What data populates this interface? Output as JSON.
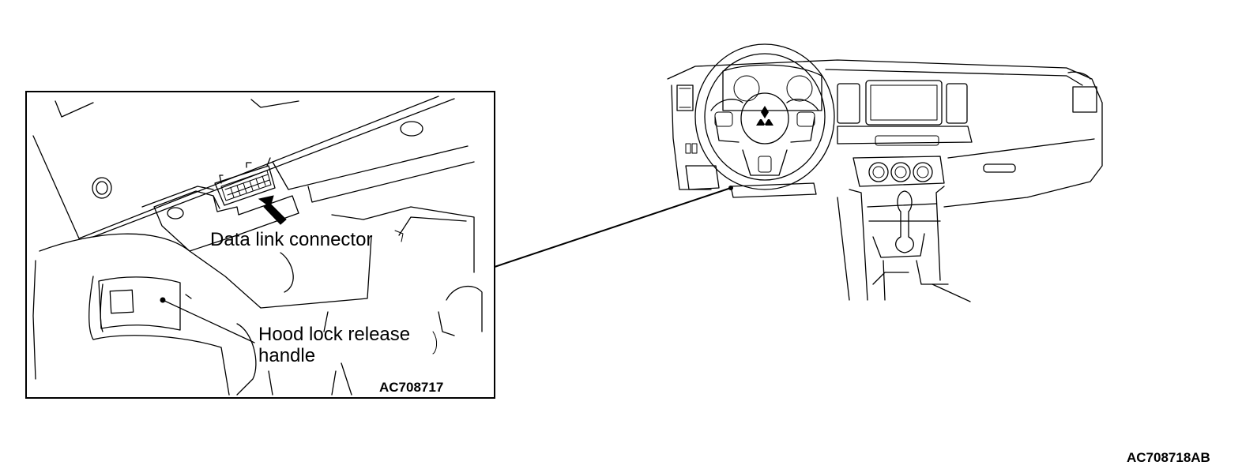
{
  "inset": {
    "labels": {
      "data_link_connector": "Data link connector",
      "hood_lock_line1": "Hood lock release",
      "hood_lock_line2": "handle"
    },
    "figure_code": "AC708717"
  },
  "figure_code": "AC708718AB",
  "icons": [
    "pointer-arrow-icon",
    "mitsubishi-logo-icon"
  ]
}
